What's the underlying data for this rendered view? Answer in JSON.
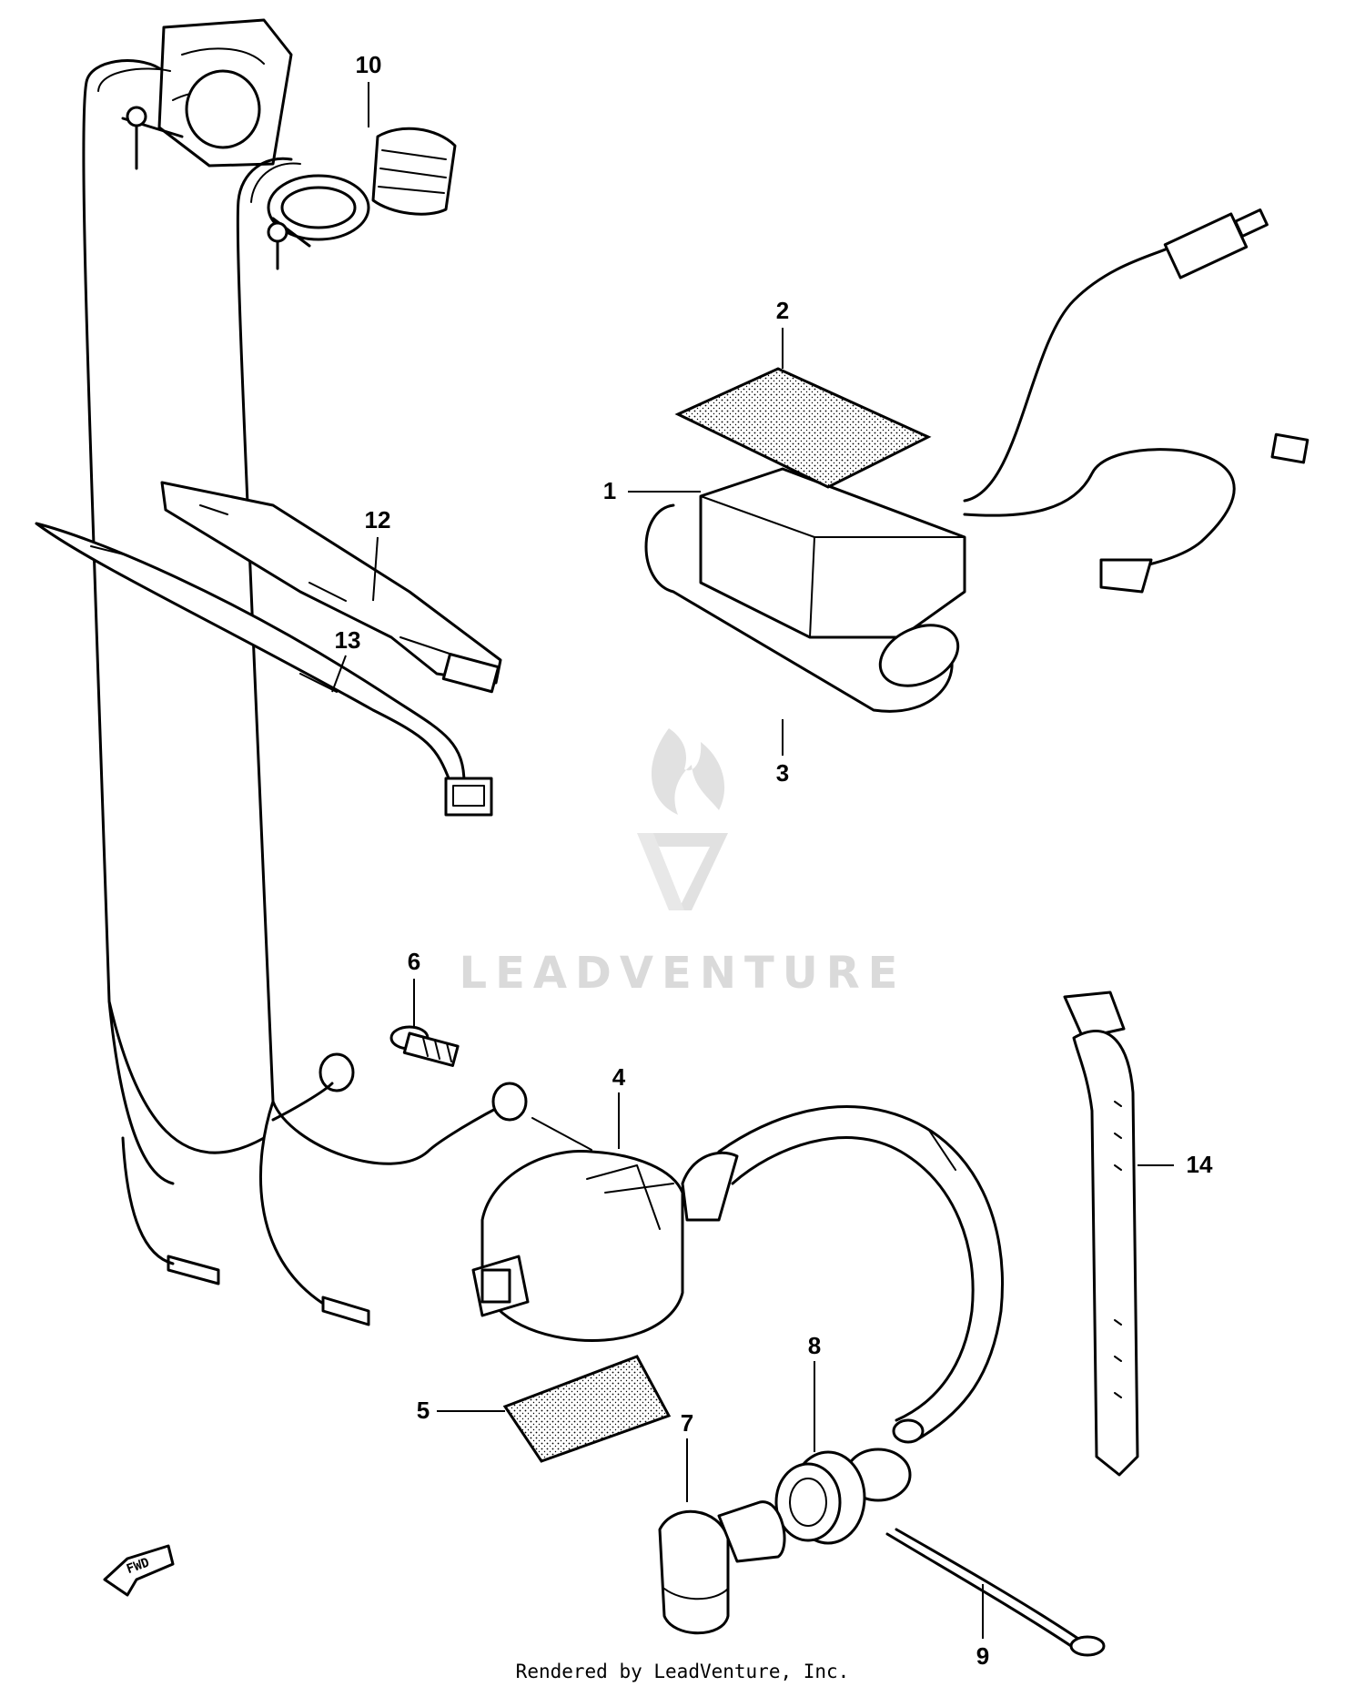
{
  "diagram": {
    "callouts": [
      {
        "id": "1",
        "label": "1"
      },
      {
        "id": "2",
        "label": "2"
      },
      {
        "id": "3",
        "label": "3"
      },
      {
        "id": "4",
        "label": "4"
      },
      {
        "id": "5",
        "label": "5"
      },
      {
        "id": "6",
        "label": "6"
      },
      {
        "id": "7",
        "label": "7"
      },
      {
        "id": "8",
        "label": "8"
      },
      {
        "id": "9",
        "label": "9"
      },
      {
        "id": "10",
        "label": "10"
      },
      {
        "id": "12",
        "label": "12"
      },
      {
        "id": "13",
        "label": "13"
      },
      {
        "id": "14",
        "label": "14"
      }
    ],
    "fwd_arrow_label": "FWD"
  },
  "watermark": {
    "brand": "LEADVENTURE"
  },
  "footer": {
    "credit": "Rendered by LeadVenture, Inc."
  }
}
